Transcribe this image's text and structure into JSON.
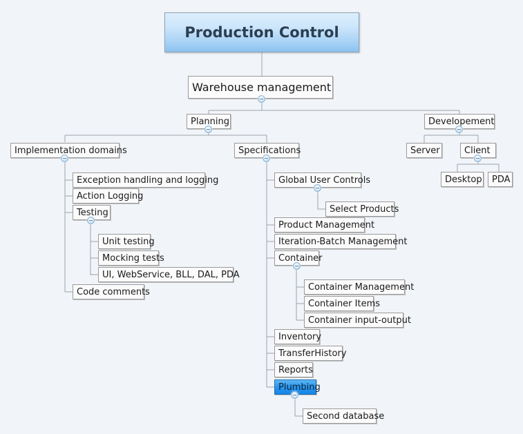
{
  "diagram": {
    "type": "mind-map-tree",
    "background_color": "#f1f4f8",
    "node_fill": "#fbfbfb",
    "node_border": "#9a9a9a",
    "selected_node_color": "#1685e6",
    "root_gradient_top": "#dceefc",
    "root_gradient_bottom": "#8cc2f0",
    "connector_color": "#9aa3ac",
    "toggle_icon_name": "collapse-minus-icon",
    "selected_node": "Plumbing"
  },
  "nodes": {
    "root": {
      "label": "Production Control"
    },
    "warehouse": {
      "label": "Warehouse management"
    },
    "planning": {
      "label": "Planning"
    },
    "development": {
      "label": "Developement"
    },
    "implementation_domains": {
      "label": "Implementation domains"
    },
    "specifications": {
      "label": "Specifications"
    },
    "server": {
      "label": "Server"
    },
    "client": {
      "label": "Client"
    },
    "desktop": {
      "label": "Desktop"
    },
    "pda": {
      "label": "PDA"
    },
    "exception_handling": {
      "label": "Exception handling and logging"
    },
    "action_logging": {
      "label": "Action Logging"
    },
    "testing": {
      "label": "Testing"
    },
    "unit_testing": {
      "label": "Unit testing"
    },
    "mocking_tests": {
      "label": "Mocking tests"
    },
    "layers": {
      "label": "UI, WebService, BLL, DAL, PDA"
    },
    "code_comments": {
      "label": "Code comments"
    },
    "global_user_controls": {
      "label": "Global User Controls"
    },
    "select_products": {
      "label": "Select Products"
    },
    "product_management": {
      "label": "Product Management"
    },
    "iteration_batch": {
      "label": "Iteration-Batch Management"
    },
    "container": {
      "label": "Container"
    },
    "container_management": {
      "label": "Container Management"
    },
    "container_items": {
      "label": "Container Items"
    },
    "container_input_output": {
      "label": "Container input-output"
    },
    "inventory": {
      "label": "Inventory"
    },
    "transfer_history": {
      "label": "TransferHistory"
    },
    "reports": {
      "label": "Reports"
    },
    "plumbing": {
      "label": "Plumbing"
    },
    "second_database": {
      "label": "Second database"
    }
  }
}
